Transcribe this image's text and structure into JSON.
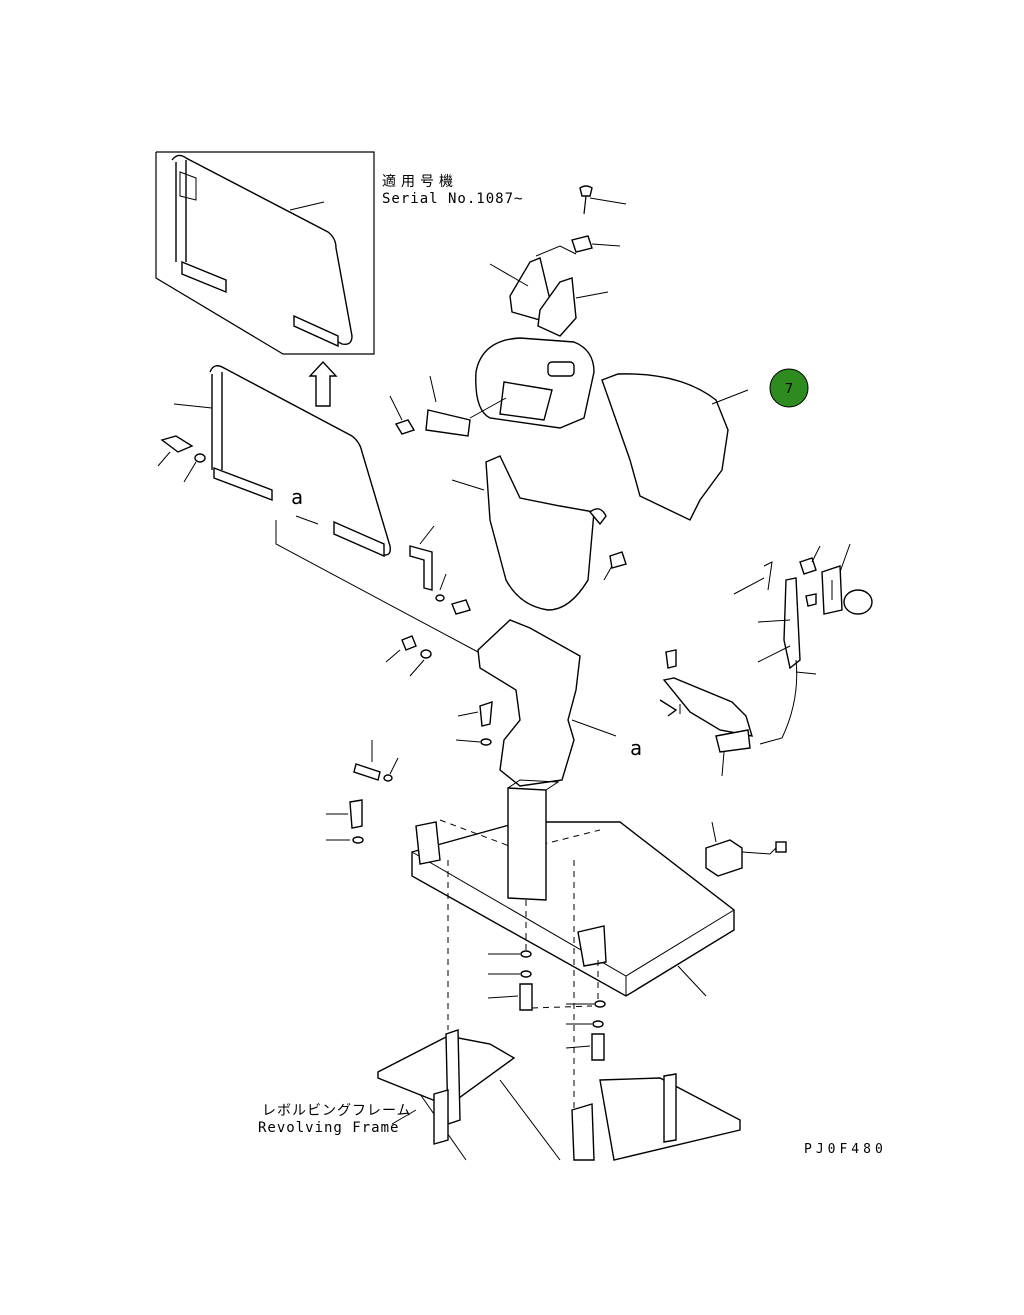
{
  "inset_caption": {
    "japanese": "適用号機",
    "english": "Serial No.1087~"
  },
  "arrow_labels": {
    "left": "a",
    "right": "a"
  },
  "frame_caption": {
    "japanese": "レボルビングフレーム",
    "english": "Revolving Frame"
  },
  "drawing_code": "PJ0F480",
  "highlight_badge": {
    "label": "7",
    "color": "#2e8b1e"
  }
}
